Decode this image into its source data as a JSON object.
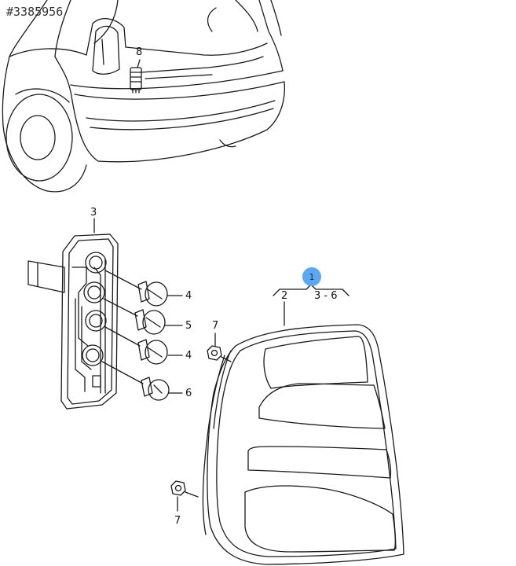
{
  "diagram_id": "#3385956",
  "callout": {
    "label": "1",
    "color": "#5aa8f0"
  },
  "labels": {
    "wiring_connector": "8",
    "bulb_holder": "3",
    "bulb_upper": "4",
    "bulb_middle": "5",
    "bulb_lower": "4",
    "bulb_small": "6",
    "nut_top": "7",
    "nut_bottom": "7",
    "lamp_housing": "2",
    "group_range": "3 - 6"
  }
}
